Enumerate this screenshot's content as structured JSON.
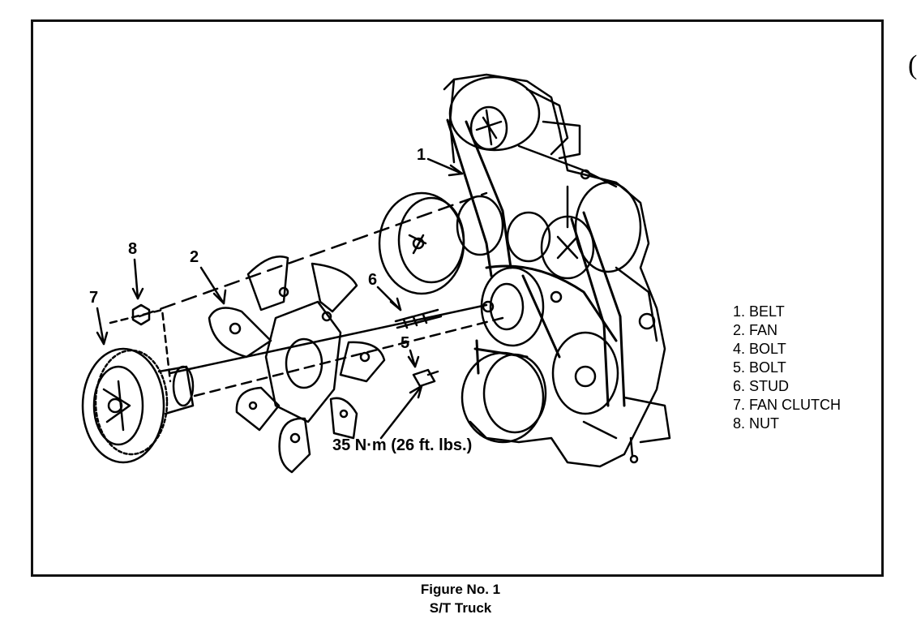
{
  "callouts": {
    "c1": "1",
    "c2": "2",
    "c5": "5",
    "c6": "6",
    "c7": "7",
    "c8": "8"
  },
  "torque_label": "35 N·m (26 ft. lbs.)",
  "legend": [
    "1. BELT",
    "2. FAN",
    "4. BOLT",
    "5. BOLT",
    "6. STUD",
    "7. FAN CLUTCH",
    "8. NUT"
  ],
  "caption": {
    "title": "Figure No. 1",
    "subtitle": "S/T Truck"
  },
  "edge_mark": "("
}
